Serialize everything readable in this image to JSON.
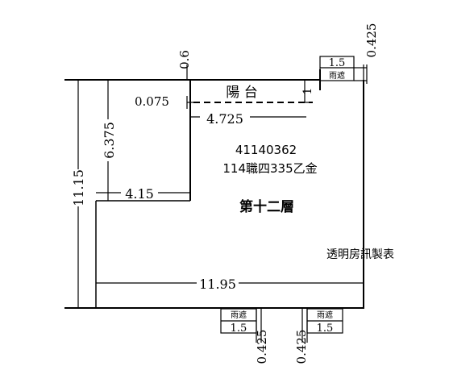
{
  "plan": {
    "case_number": "41140362",
    "case_ref": "114職四335乙金",
    "floor_label": "第十二層",
    "balcony_label": "陽 台",
    "unit_note": "透明房訊製表",
    "small_marks": [
      "雨遮",
      "雨遮",
      "雨遮"
    ]
  },
  "dimensions": {
    "total_height": "11.15",
    "total_width": "11.95",
    "left_upper_depth": "6.375",
    "step_width": "4.15",
    "balcony_width": "4.725",
    "balcony_offset": "0.075",
    "balcony_top": "0.6",
    "balcony_depth": "1",
    "top_right_width": "1.5",
    "top_right_depth": "0.425",
    "bottom_left_width": "1.5",
    "bottom_left_depth": "0.425",
    "bottom_right_width": "1.5",
    "bottom_right_depth": "0.425"
  }
}
